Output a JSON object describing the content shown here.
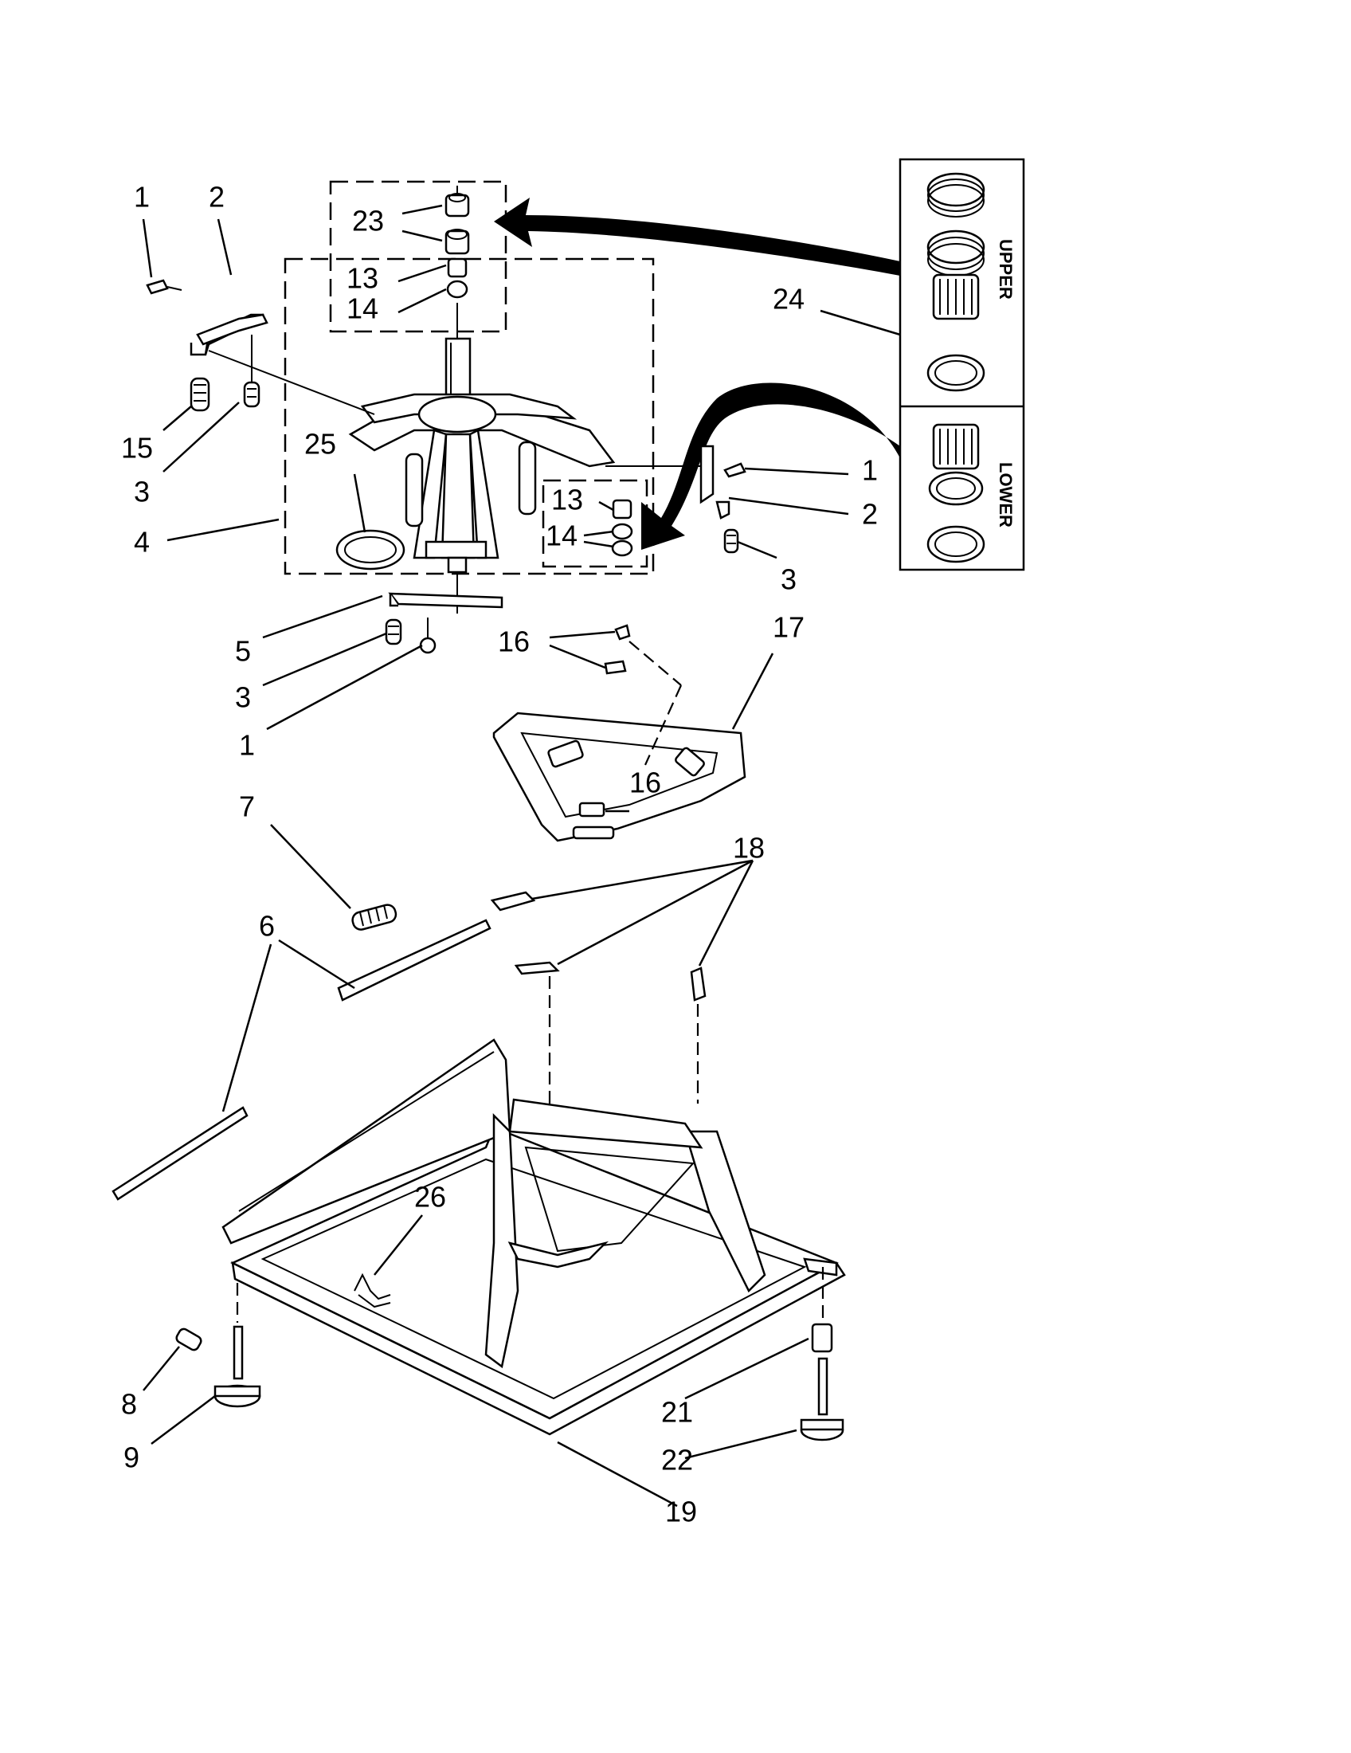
{
  "callouts": [
    {
      "id": "c1a",
      "text": "1"
    },
    {
      "id": "c2a",
      "text": "2"
    },
    {
      "id": "c15",
      "text": "15"
    },
    {
      "id": "c3a",
      "text": "3"
    },
    {
      "id": "c4",
      "text": "4"
    },
    {
      "id": "c25",
      "text": "25"
    },
    {
      "id": "c23",
      "text": "23"
    },
    {
      "id": "c13a",
      "text": "13"
    },
    {
      "id": "c14a",
      "text": "14"
    },
    {
      "id": "c13b",
      "text": "13"
    },
    {
      "id": "c14b",
      "text": "14"
    },
    {
      "id": "c24",
      "text": "24"
    },
    {
      "id": "c1b",
      "text": "1"
    },
    {
      "id": "c2b",
      "text": "2"
    },
    {
      "id": "c3b",
      "text": "3"
    },
    {
      "id": "c5",
      "text": "5"
    },
    {
      "id": "c3c",
      "text": "3"
    },
    {
      "id": "c1c",
      "text": "1"
    },
    {
      "id": "c16a",
      "text": "16"
    },
    {
      "id": "c17",
      "text": "17"
    },
    {
      "id": "c16b",
      "text": "16"
    },
    {
      "id": "c7",
      "text": "7"
    },
    {
      "id": "c18",
      "text": "18"
    },
    {
      "id": "c6",
      "text": "6"
    },
    {
      "id": "c26",
      "text": "26"
    },
    {
      "id": "c8",
      "text": "8"
    },
    {
      "id": "c9",
      "text": "9"
    },
    {
      "id": "c21",
      "text": "21"
    },
    {
      "id": "c22",
      "text": "22"
    },
    {
      "id": "c19",
      "text": "19"
    }
  ],
  "kit_box": {
    "upper_label": "UPPER",
    "lower_label": "LOWER"
  }
}
